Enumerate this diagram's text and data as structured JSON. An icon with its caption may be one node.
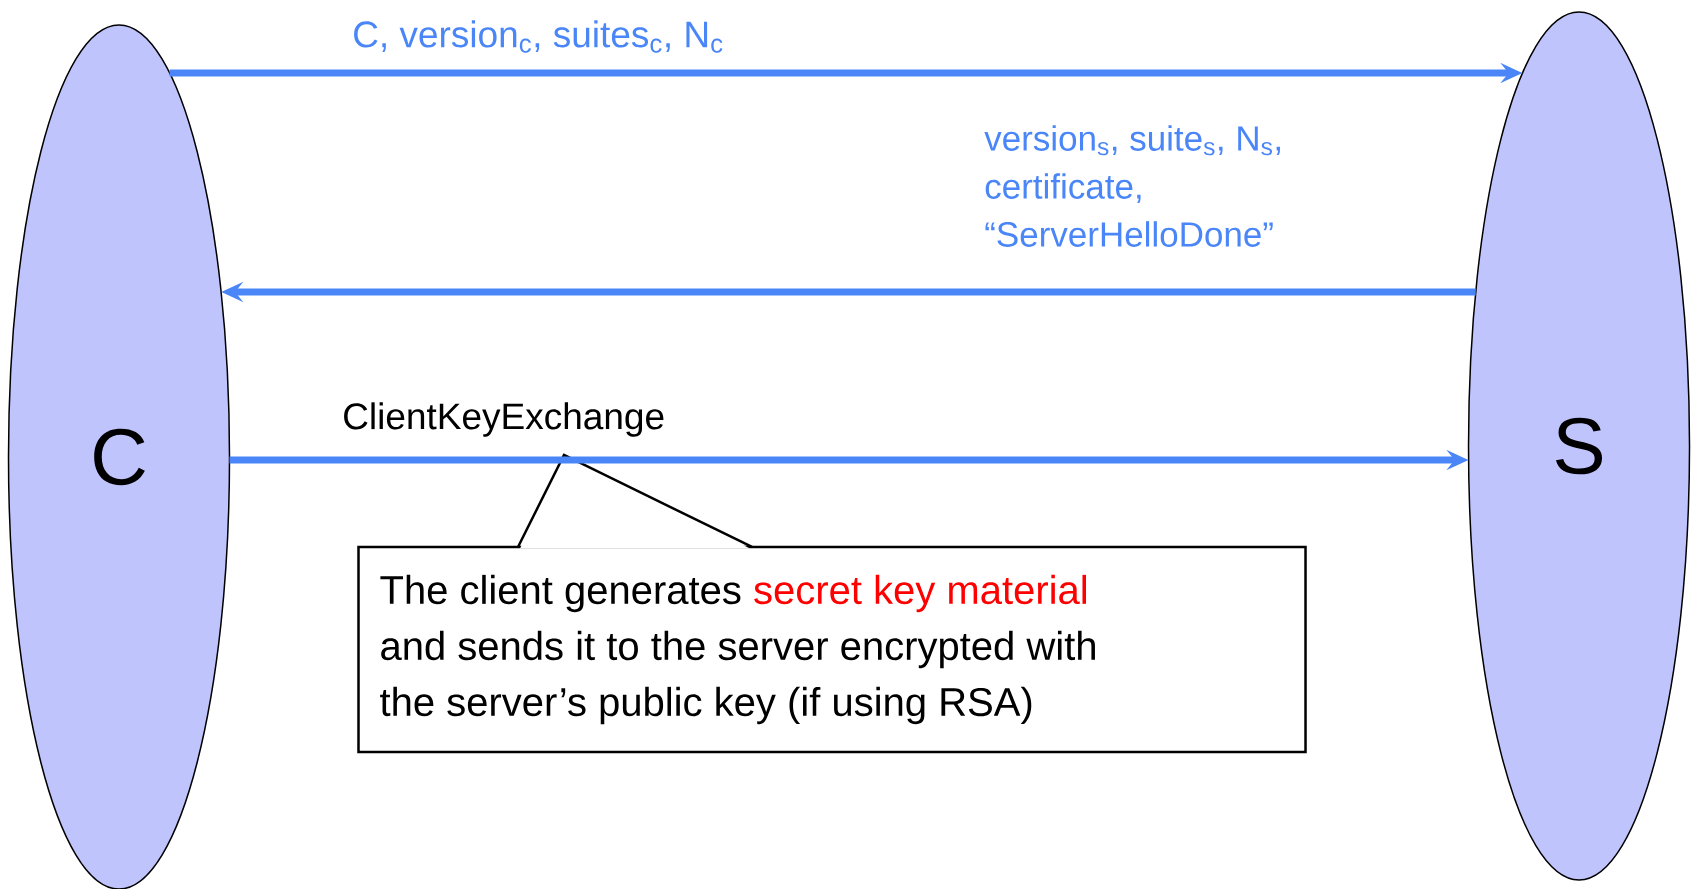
{
  "diagram": {
    "nodes": [
      {
        "text": [
          "C"
        ]
      },
      {
        "text": [
          "S"
        ]
      },
      {
        "text": [
          "The client generates",
          "secret key material",
          "and sends it to the server encrypted with the server’s public key (if using RSA)"
        ]
      }
    ],
    "edges": [
      {
        "from": 0,
        "to": 1,
        "arrow": "to",
        "label": "C, version$_{c}$, suites$_{c}$, N$_{c}$"
      },
      {
        "from": 1,
        "to": 0,
        "arrow": "to",
        "label": "version$_{s}$, suite$_{s}$, N$_{s}$, certificate, “ServerHelloDone”"
      },
      {
        "from": 0,
        "to": 1,
        "arrow": "to",
        "label": "ClientKeyExchange"
      }
    ]
  }
}
